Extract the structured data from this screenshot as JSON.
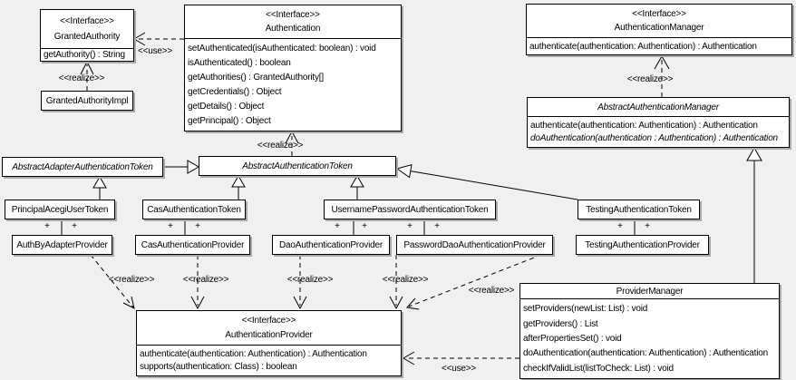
{
  "colors": {
    "canvas_bg": "#f0f0f0",
    "box_fill": "#ffffff",
    "line": "#000000",
    "shadow": "#a9a9a9"
  },
  "labels": {
    "use": "<<use>>",
    "realize": "<<realize>>",
    "plus": "+",
    "interface_stereotype": "<<Interface>>"
  },
  "classes": {
    "grantedAuthority": {
      "stereotype": "<<Interface>>",
      "name": "GrantedAuthority",
      "methods": [
        "getAuthority() : String"
      ]
    },
    "grantedAuthorityImpl": {
      "name": "GrantedAuthorityImpl"
    },
    "authentication": {
      "stereotype": "<<Interface>>",
      "name": "Authentication",
      "methods": [
        "setAuthenticated(isAuthenticated: boolean) : void",
        "isAuthenticated() : boolean",
        "getAuthorities() : GrantedAuthority[]",
        "getCredentials() : Object",
        "getDetails() : Object",
        "getPrincipal() : Object"
      ]
    },
    "authenticationManager": {
      "stereotype": "<<Interface>>",
      "name": "AuthenticationManager",
      "methods": [
        "authenticate(authentication: Authentication) : Authentication"
      ]
    },
    "abstractAuthenticationManager": {
      "name": "AbstractAuthenticationManager",
      "methods": [
        "authenticate(authentication: Authentication) : Authentication",
        "doAuthentication(authentication : Authentication) : Authentication"
      ]
    },
    "abstractAdapterAuthenticationToken": {
      "name": "AbstractAdapterAuthenticationToken"
    },
    "abstractAuthenticationToken": {
      "name": "AbstractAuthenticationToken"
    },
    "principalAcegiUserToken": {
      "name": "PrincipalAcegiUserToken"
    },
    "casAuthenticationToken": {
      "name": "CasAuthenticationToken"
    },
    "usernamePasswordAuthenticationToken": {
      "name": "UsernamePasswordAuthenticationToken"
    },
    "testingAuthenticationToken": {
      "name": "TestingAuthenticationToken"
    },
    "authByAdapterProvider": {
      "name": "AuthByAdapterProvider"
    },
    "casAuthenticationProvider": {
      "name": "CasAuthenticationProvider"
    },
    "daoAuthenticationProvider": {
      "name": "DaoAuthenticationProvider"
    },
    "passwordDaoAuthenticationProvider": {
      "name": "PasswordDaoAuthenticationProvider"
    },
    "testingAuthenticationProvider": {
      "name": "TestingAuthenticationProvider"
    },
    "authenticationProvider": {
      "stereotype": "<<Interface>>",
      "name": "AuthenticationProvider",
      "methods": [
        "authenticate(authentication: Authentication) : Authentication",
        "supports(authentication: Class) : boolean"
      ]
    },
    "providerManager": {
      "name": "ProviderManager",
      "methods": [
        "setProviders(newList: List) : void",
        "getProviders() : List",
        "afterPropertiesSet() : void",
        "doAuthentication(authentication: Authentication) : Authentication",
        "checkIfValidList(listToCheck: List) : void"
      ]
    }
  }
}
